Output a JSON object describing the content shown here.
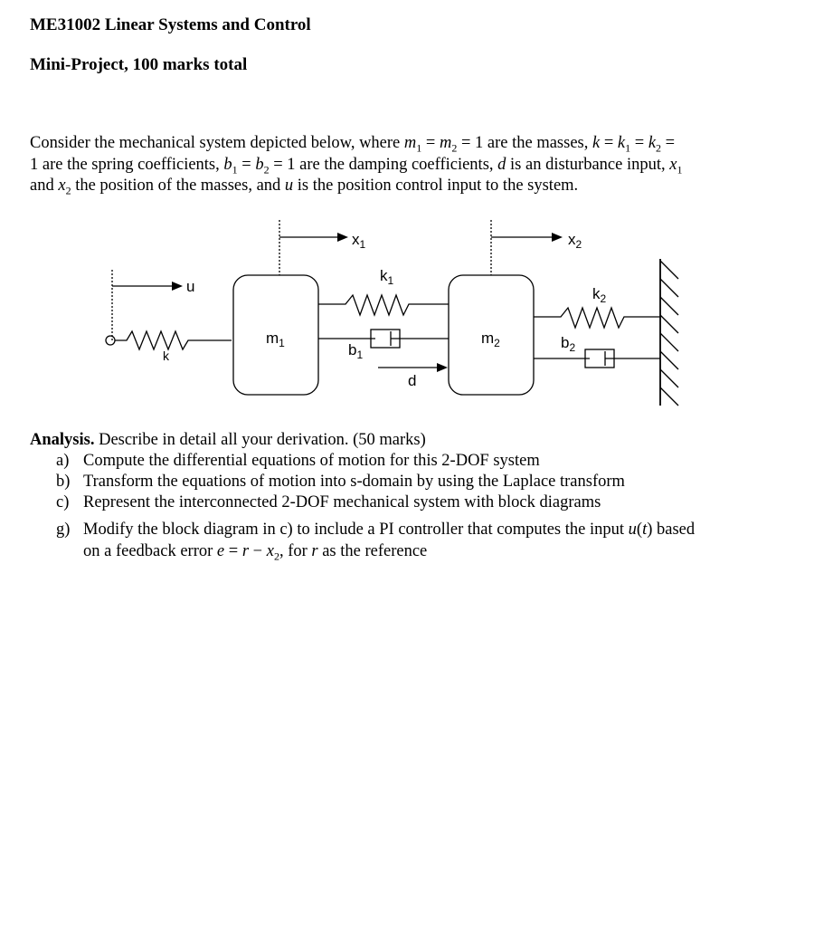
{
  "header": {
    "course": "ME31002 Linear Systems and  Control",
    "project": "Mini-Project, 100 marks total"
  },
  "intro": {
    "l1_a": "Consider the mechanical system depicted below, where ",
    "l1_b": " are the masses, ",
    "l2_a": " are the spring coefficients, ",
    "l2_b": " are the damping coefficients, ",
    "l2_c": " is an disturbance input, ",
    "l3_a": "and ",
    "l3_b": " the position of the masses, and ",
    "l3_c": " is the position control input to the system."
  },
  "diagram": {
    "u": "u",
    "k": "k",
    "x1": "x",
    "x1_sub": "1",
    "x2": "x",
    "x2_sub": "2",
    "k1": "k",
    "k1_sub": "1",
    "k2": "k",
    "k2_sub": "2",
    "m1": "m",
    "m1_sub": "1",
    "m2": "m",
    "m2_sub": "2",
    "b1": "b",
    "b1_sub": "1",
    "b2": "b",
    "b2_sub": "2",
    "d": "d"
  },
  "analysis": {
    "heading": "Analysis.",
    "description": " Describe in detail all your derivation. (50 marks)",
    "items": [
      {
        "label": "a)",
        "text": "Compute the differential equations of motion for this 2-DOF system"
      },
      {
        "label": "b)",
        "text": "Transform the equations of motion into s-domain by using the Laplace transform"
      },
      {
        "label": "c)",
        "text": "Represent the interconnected 2-DOF mechanical system with block diagrams"
      },
      {
        "label": "g)",
        "text_a": "Modify the block diagram in c) to include a PI controller that computes the input ",
        "text_b": " based",
        "text_c": "on a feedback error ",
        "text_d": ", for ",
        "text_e": " as the reference"
      }
    ]
  }
}
